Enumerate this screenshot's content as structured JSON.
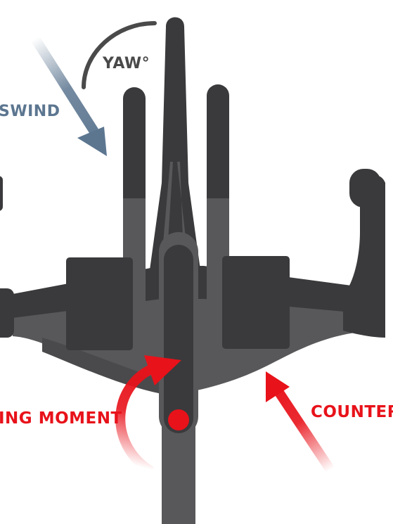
{
  "labels": {
    "yaw": "YAW°",
    "crosswind": "SWIND",
    "steering_moment": "ING MOMENT",
    "counter": "COUNTER"
  },
  "colors": {
    "bike_dark": "#3a3a3c",
    "bike_mid": "#58585a",
    "bike_light": "#6a6a6c",
    "wind_arrow": "#5c7690",
    "force_red": "#e8121a",
    "yaw_arc": "#4a4a4a"
  },
  "icons": {
    "crosswind_arrow": "arrow-down-right",
    "steering_arrow": "curved-arrow-up-right",
    "counter_arrow": "arrow-up-left",
    "pivot_point": "red-dot"
  }
}
